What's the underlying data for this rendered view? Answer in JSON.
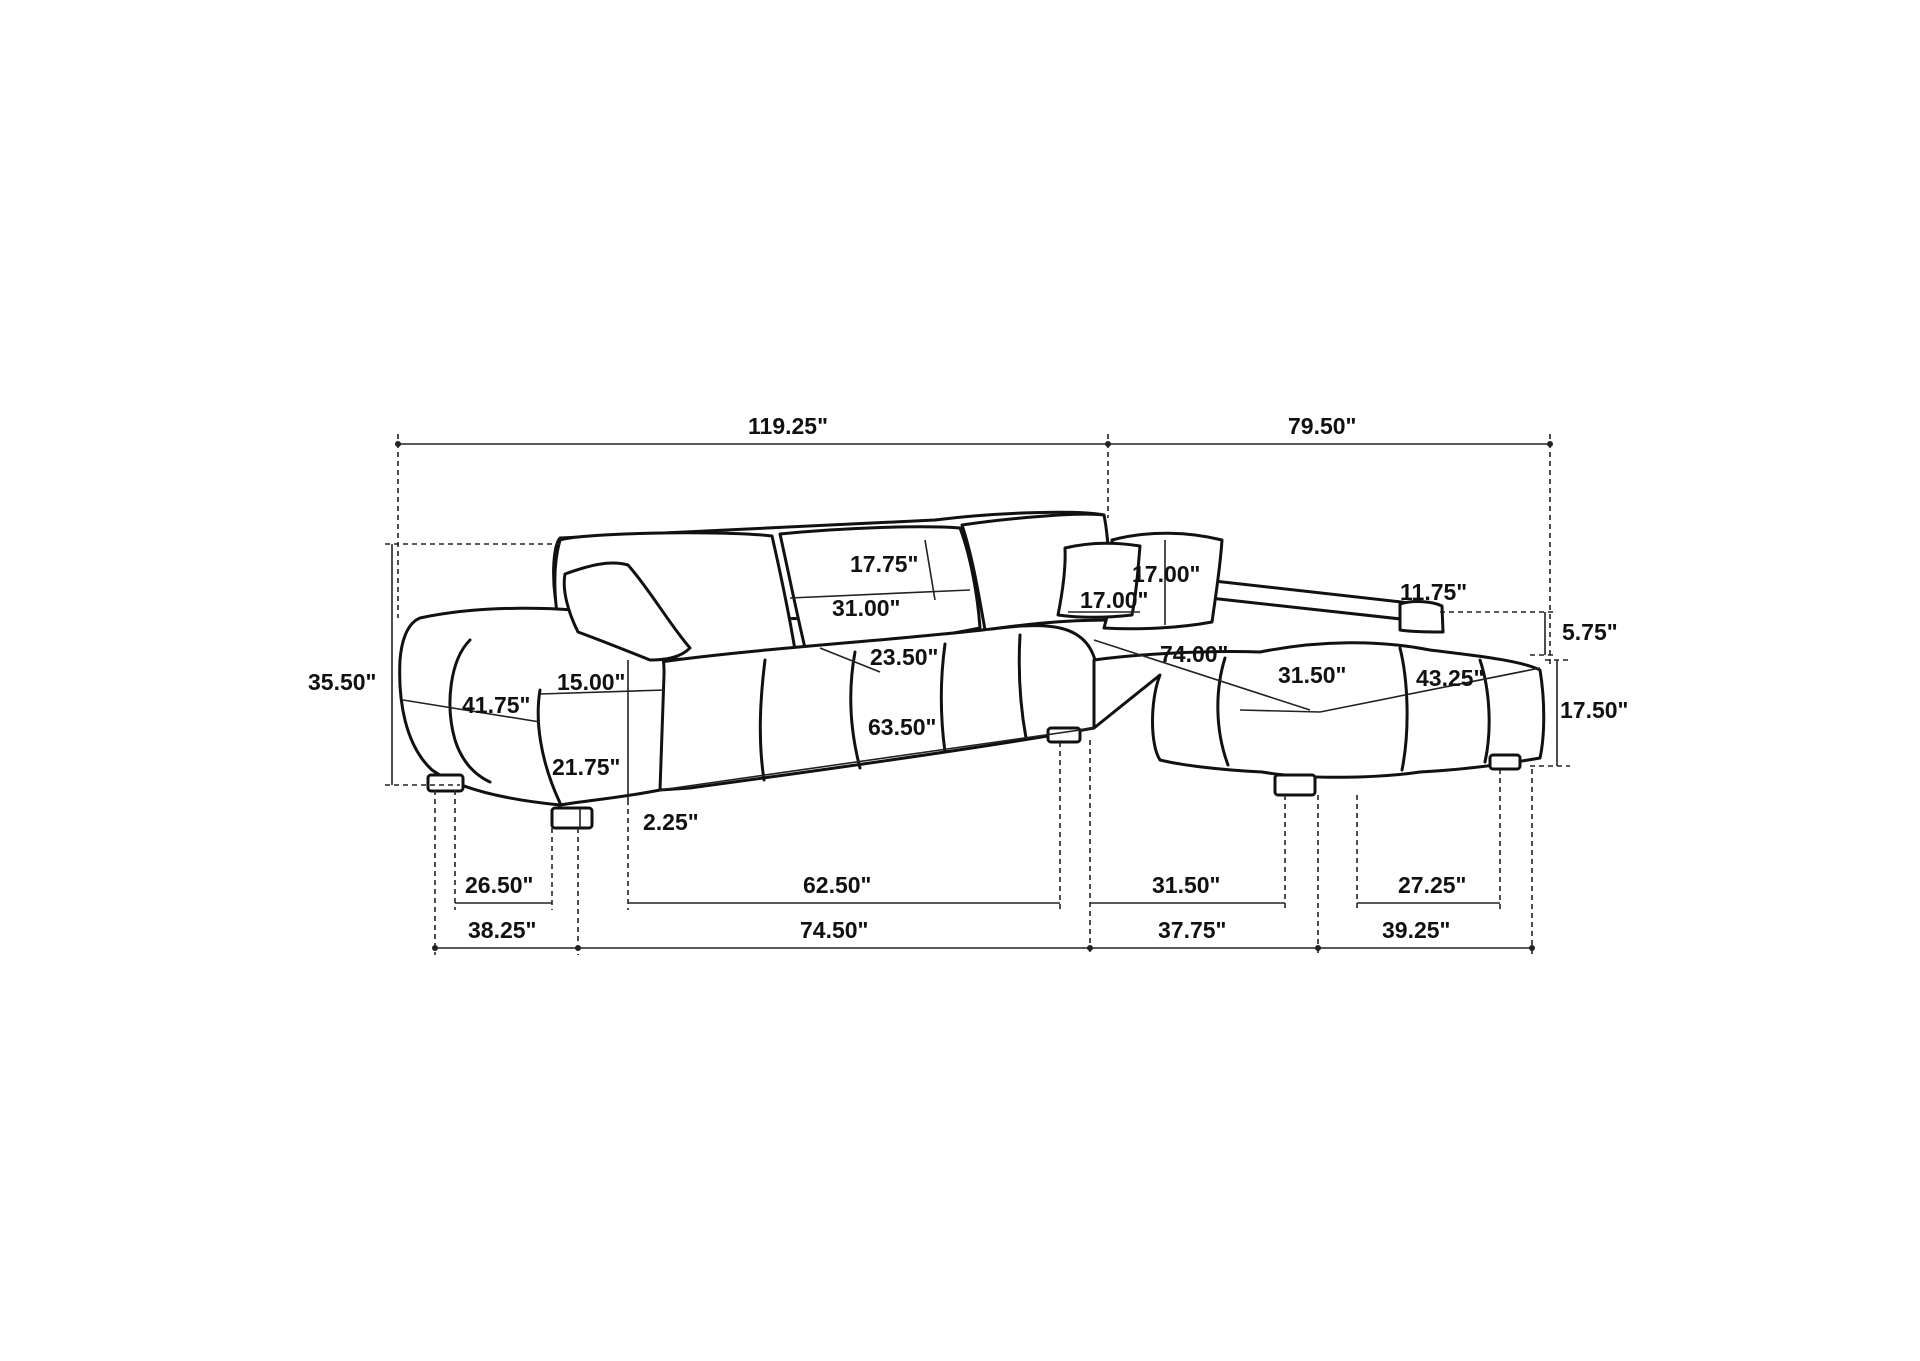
{
  "diagram": {
    "overall": {
      "left_length": "119.25\"",
      "right_length": "79.50\""
    },
    "left_section": {
      "height": "35.50\"",
      "arm_depth": "41.75\"",
      "arm_width": "15.00\"",
      "arm_height": "21.75\"",
      "leg_height": "2.25\"",
      "seat_width": "63.50\"",
      "seat_depth": "23.50\"",
      "cushion_width": "31.00\"",
      "cushion_height": "17.75\""
    },
    "pillows": {
      "large": "17.00\"",
      "small": "17.00\""
    },
    "right_section": {
      "chaise_length": "74.00\"",
      "chaise_seat_width": "31.50\"",
      "chaise_depth": "43.25\"",
      "back_width": "11.75\"",
      "back_height": "5.75\"",
      "seat_height": "17.50\""
    },
    "bottom": {
      "leg_span_left": "26.50\"",
      "leg_span_middle": "62.50\"",
      "leg_span_right_a": "31.50\"",
      "leg_span_right_b": "27.25\"",
      "segment_1": "38.25\"",
      "segment_2": "74.50\"",
      "segment_3": "37.75\"",
      "segment_4": "39.25\""
    }
  }
}
